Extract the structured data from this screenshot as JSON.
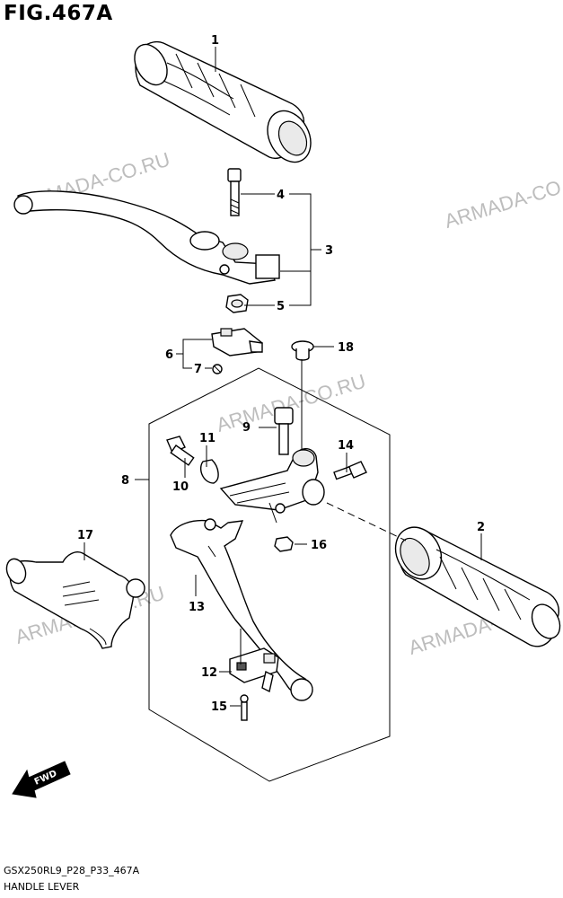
{
  "figure": {
    "title": "FIG.467A",
    "code": "GSX250RL9_P28_P33_467A",
    "subtitle": "HANDLE LEVER"
  },
  "watermark": "ARMADA-CO.RU",
  "fwd_label": "FWD",
  "callouts": {
    "c1": "1",
    "c2": "2",
    "c3": "3",
    "c4": "4",
    "c5": "5",
    "c6": "6",
    "c7": "7",
    "c8": "8",
    "c9": "9",
    "c10": "10",
    "c11": "11",
    "c12": "12",
    "c13": "13",
    "c14": "14",
    "c15": "15",
    "c16": "16",
    "c17": "17",
    "c18": "18"
  }
}
